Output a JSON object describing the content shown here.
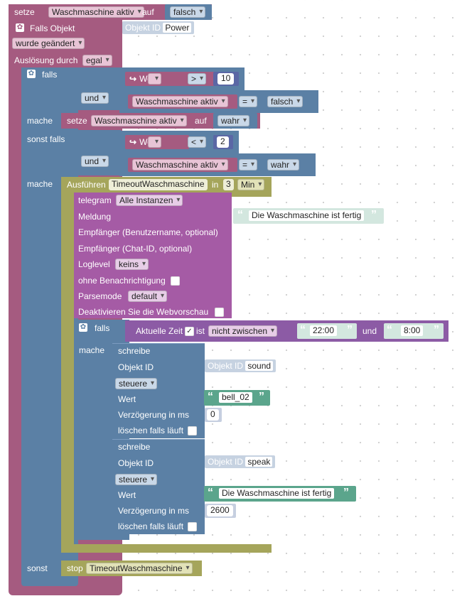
{
  "blocks": {
    "set_top": {
      "label": "setze",
      "variable": "Waschmaschine aktiv",
      "to": "auf",
      "value": "falsch"
    },
    "trigger": {
      "title": "Falls Objekt",
      "object_label": "Objekt ID",
      "object_value": "Power",
      "changed": "wurde geändert",
      "trigger_label": "Auslösung durch",
      "trigger_value": "egal"
    },
    "if_block": {
      "if": "falls",
      "and": "und",
      "do": "mache",
      "else_if": "sonst falls",
      "do2": "mache",
      "else": "sonst"
    },
    "cond1": {
      "value": "Wert",
      "op": ">",
      "number": "10"
    },
    "cond2": {
      "variable": "Waschmaschine aktiv",
      "op": "=",
      "value": "falsch"
    },
    "set1": {
      "label": "setze",
      "variable": "Waschmaschine aktiv",
      "to": "auf",
      "value": "wahr"
    },
    "cond3": {
      "value": "Wert",
      "op": "<",
      "number": "2"
    },
    "cond4": {
      "variable": "Waschmaschine aktiv",
      "op": "=",
      "value": "wahr"
    },
    "timeout": {
      "label": "Ausführen",
      "name": "TimeoutWaschmaschine",
      "in": "in",
      "number": "3",
      "unit": "Min"
    },
    "telegram": {
      "label": "telegram",
      "instance": "Alle Instanzen",
      "message": "Meldung",
      "message_text": "Die Waschmaschine ist fertig",
      "recipient_user": "Empfänger (Benutzername, optional)",
      "recipient_chat": "Empfänger (Chat-ID, optional)",
      "loglevel": "Loglevel",
      "loglevel_value": "keins",
      "silent": "ohne Benachrichtigung",
      "parsemode": "Parsemode",
      "parsemode_value": "default",
      "webpreview": "Deaktivieren Sie die Webvorschau"
    },
    "if_time": {
      "if": "falls",
      "do": "mache"
    },
    "time_cond": {
      "label": "Aktuelle Zeit",
      "is": "ist",
      "op": "nicht zwischen",
      "from": "22:00",
      "and": "und",
      "to": "8:00"
    },
    "write1": {
      "label": "schreibe",
      "object_label": "Objekt ID",
      "object_field": "Objekt ID",
      "object_value": "sound",
      "mode": "steuere",
      "value_label": "Wert",
      "value": "bell_02",
      "delay_label": "Verzögerung in ms",
      "delay": "0",
      "clear": "löschen falls läuft"
    },
    "write2": {
      "label": "schreibe",
      "object_label": "Objekt ID",
      "object_field": "Objekt ID",
      "object_value": "speak",
      "mode": "steuere",
      "value_label": "Wert",
      "value": "Die Waschmaschine ist fertig",
      "delay_label": "Verzögerung in ms",
      "delay": "2600",
      "clear": "löschen falls läuft"
    },
    "stop": {
      "label": "stop",
      "name": "TimeoutWaschmaschine"
    }
  },
  "icons": {
    "gear": "gear-icon",
    "quote": "quote-icon",
    "arrow": "return-arrow-icon",
    "check": "check-icon"
  },
  "colors": {
    "event": "#a55b80",
    "logic": "#5b80a5",
    "variables": "#a55b80",
    "timer": "#a5a55b",
    "telegram": "#a55ba5",
    "text": "#5ba58c",
    "time": "#8c5ba5"
  }
}
